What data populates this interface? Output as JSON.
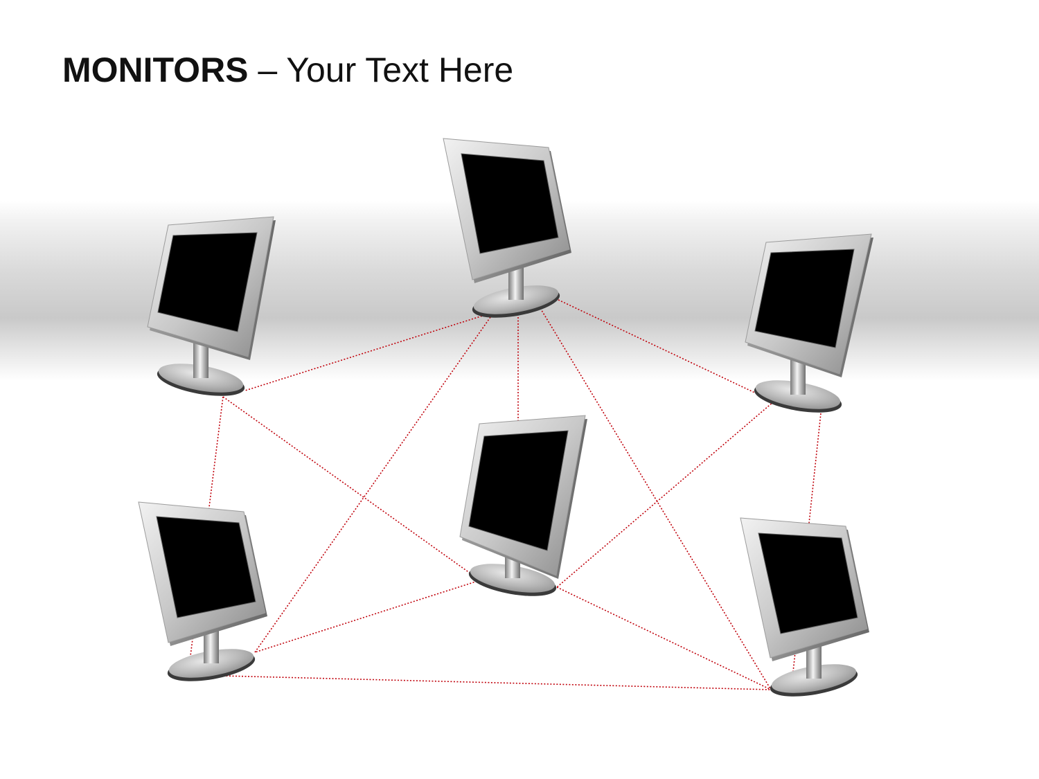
{
  "slide": {
    "title_bold": "MONITORS",
    "title_rest": " – Your Text Here"
  },
  "colors": {
    "link_line": "#c0000a",
    "screen": "#000000",
    "bezel_light": "#e6e6e6",
    "bezel_dark": "#8f8f8f",
    "band": "#cfcfcf"
  },
  "diagram": {
    "node_icon": "monitor-icon",
    "nodes": [
      "top-center",
      "upper-left",
      "upper-right",
      "center",
      "lower-left",
      "lower-right"
    ],
    "links": [
      [
        "top-center",
        "upper-left"
      ],
      [
        "top-center",
        "upper-right"
      ],
      [
        "top-center",
        "center"
      ],
      [
        "top-center",
        "lower-left"
      ],
      [
        "top-center",
        "lower-right"
      ],
      [
        "upper-left",
        "lower-left"
      ],
      [
        "upper-left",
        "center"
      ],
      [
        "upper-right",
        "center"
      ],
      [
        "upper-right",
        "lower-right"
      ],
      [
        "center",
        "lower-left"
      ],
      [
        "center",
        "lower-right"
      ],
      [
        "lower-left",
        "lower-right"
      ]
    ]
  }
}
